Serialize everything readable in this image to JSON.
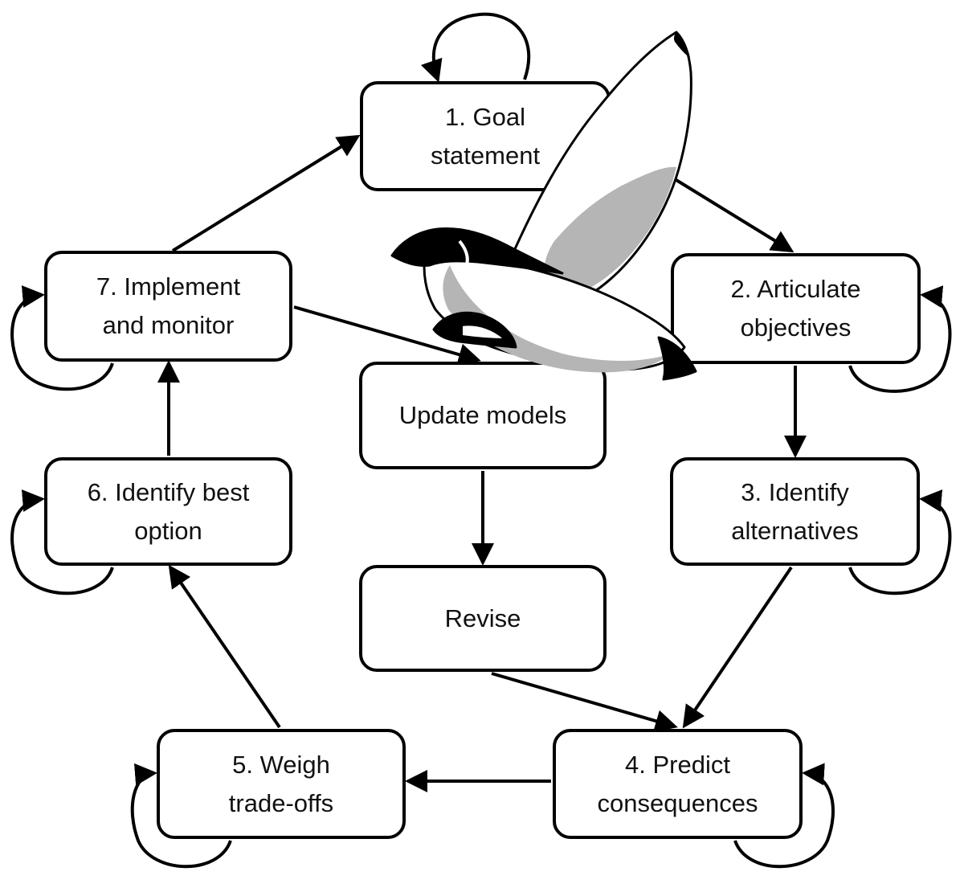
{
  "steps": {
    "goal": {
      "line1": "1. Goal",
      "line2": "statement"
    },
    "objectives": {
      "line1": "2. Articulate",
      "line2": "objectives"
    },
    "alternatives": {
      "line1": "3. Identify",
      "line2": "alternatives"
    },
    "consequences": {
      "line1": "4. Predict",
      "line2": "consequences"
    },
    "tradeoffs": {
      "line1": "5. Weigh",
      "line2": "trade-offs"
    },
    "best_option": {
      "line1": "6. Identify best",
      "line2": "option"
    },
    "implement": {
      "line1": "7. Implement",
      "line2": "and monitor"
    }
  },
  "learning": {
    "update": "Update models",
    "revise": "Revise"
  },
  "illustration": {
    "icon": "seabird-flying-icon",
    "colors": {
      "dark": "#000000",
      "mid": "#b5b5b5",
      "light": "#ffffff"
    }
  },
  "edges": [
    {
      "from": "1. Goal statement",
      "to": "2. Articulate objectives"
    },
    {
      "from": "2. Articulate objectives",
      "to": "3. Identify alternatives"
    },
    {
      "from": "3. Identify alternatives",
      "to": "4. Predict consequences"
    },
    {
      "from": "4. Predict consequences",
      "to": "5. Weigh trade-offs"
    },
    {
      "from": "5. Weigh trade-offs",
      "to": "6. Identify best option"
    },
    {
      "from": "6. Identify best option",
      "to": "7. Implement and monitor"
    },
    {
      "from": "7. Implement and monitor",
      "to": "1. Goal statement"
    },
    {
      "from": "7. Implement and monitor",
      "to": "Update models"
    },
    {
      "from": "Update models",
      "to": "Revise"
    },
    {
      "from": "Revise",
      "to": "4. Predict consequences"
    }
  ]
}
